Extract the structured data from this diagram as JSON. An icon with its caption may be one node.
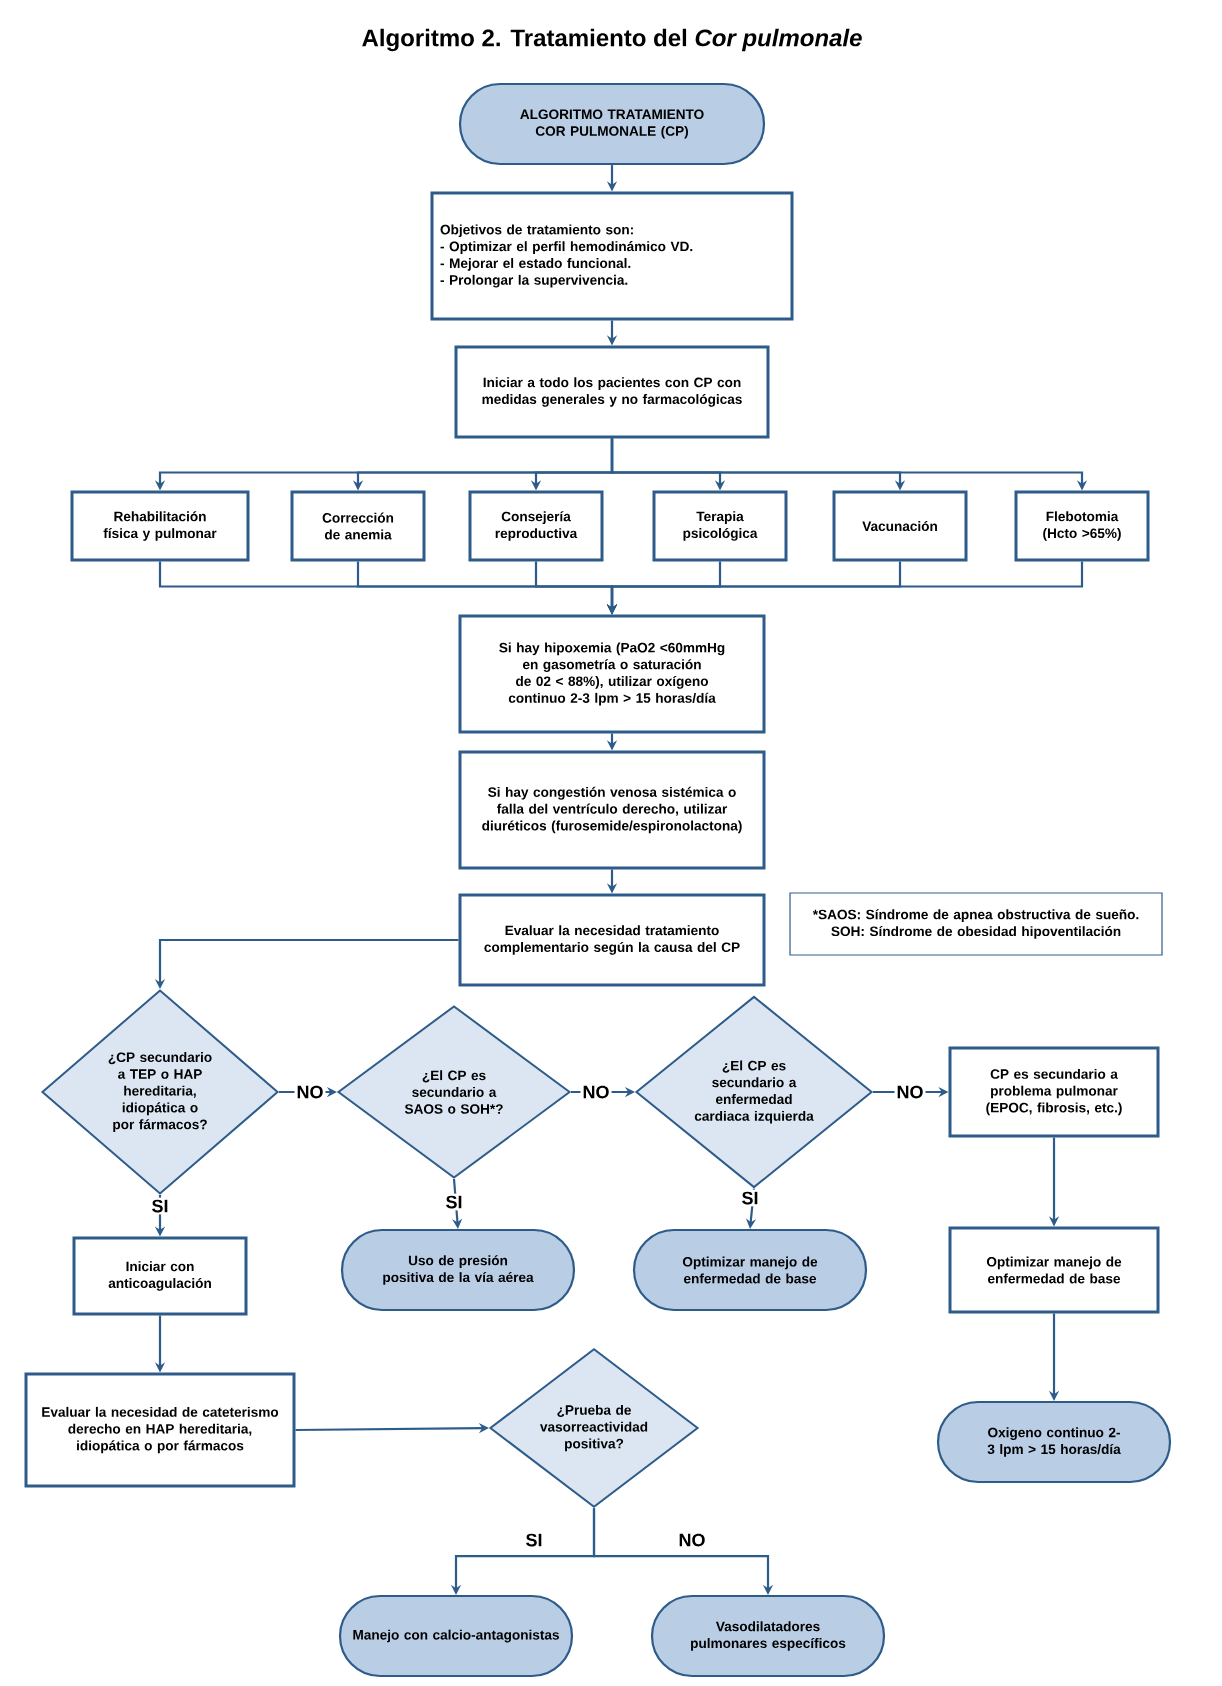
{
  "diagram": {
    "title": "Algoritmo 2. Tratamiento del *Cor pulmonale*",
    "nodes": [
      {
        "text": [
          "ALGORITMO TRATAMIENTO COR PULMONALE (CP)"
        ]
      },
      {
        "text": [
          "Objetivos de tratamiento son:",
          "- Optimizar el perfil hemodinámico VD.",
          "- Mejorar el estado funcional.",
          "- Prolongar la supervivencia."
        ]
      },
      {
        "text": [
          "Iniciar a todo los pacientes con CP con medidas generales y no farmacológicas"
        ]
      },
      {
        "text": [
          "Rehabilitación física y pulmonar"
        ]
      },
      {
        "text": [
          "Corrección de anemia"
        ]
      },
      {
        "text": [
          "Consejería reproductiva"
        ]
      },
      {
        "text": [
          "Terapia psicológica"
        ]
      },
      {
        "text": [
          "Vacunación"
        ]
      },
      {
        "text": [
          "Flebotomia (Hcto >65%)"
        ]
      },
      {
        "text": [
          "Si hay hipoxemia (PaO2 <60mmHg en gasometría o saturación de 02 < 88%), utilizar oxígeno continuo 2-3 lpm > 15 horas/día"
        ]
      },
      {
        "text": [
          "Si hay congestión venosa sistémica o falla del ventrículo derecho, utilizar diuréticos (furosemide/espironolactona)"
        ]
      },
      {
        "text": [
          "Evaluar la necesidad tratamiento complementario según la causa del CP"
        ]
      },
      {
        "text": [
          "*SAOS: Síndrome de apnea obstructiva de sueño.",
          "SOH: Síndrome de obesidad hipoventilación"
        ]
      },
      {
        "text": [
          "¿CP secundario a TEP o HAP hereditaria, idiopática o por fármacos?"
        ]
      },
      {
        "text": [
          "¿El CP es secundario a SAOS o SOH*?"
        ]
      },
      {
        "text": [
          "¿El CP es secundario a enfermedad cardiaca izquierda"
        ]
      },
      {
        "text": [
          "CP es secundario a problema pulmonar (EPOC, fibrosis, etc.)"
        ]
      },
      {
        "text": [
          "Iniciar con anticoagulación"
        ]
      },
      {
        "text": [
          "Uso de presión positiva de la vía aérea"
        ]
      },
      {
        "text": [
          "Optimizar manejo de enfermedad de base"
        ]
      },
      {
        "text": [
          "Optimizar manejo de enfermedad de base"
        ]
      },
      {
        "text": [
          "Evaluar la necesidad de cateterismo derecho en HAP hereditaria, idiopática o por fármacos"
        ]
      },
      {
        "text": [
          "¿Prueba de vasorreactividad positiva?"
        ]
      },
      {
        "text": [
          "Oxigeno continuo 2-3 lpm > 15 horas/día"
        ]
      },
      {
        "text": [
          "Manejo con calcio-antagonistas"
        ]
      },
      {
        "text": [
          "Vasodilatadores pulmonares específicos"
        ]
      }
    ],
    "edges": [
      {
        "from": 0,
        "to": 1,
        "arrow": "to"
      },
      {
        "from": 1,
        "to": 2,
        "arrow": "to"
      },
      {
        "from": 2,
        "to": 3,
        "arrow": "to"
      },
      {
        "from": 2,
        "to": 4,
        "arrow": "to"
      },
      {
        "from": 2,
        "to": 5,
        "arrow": "to"
      },
      {
        "from": 2,
        "to": 6,
        "arrow": "to"
      },
      {
        "from": 2,
        "to": 7,
        "arrow": "to"
      },
      {
        "from": 2,
        "to": 8,
        "arrow": "to"
      },
      {
        "from": 3,
        "to": 9,
        "arrow": "to"
      },
      {
        "from": 4,
        "to": 9,
        "arrow": "to"
      },
      {
        "from": 5,
        "to": 9,
        "arrow": "to"
      },
      {
        "from": 6,
        "to": 9,
        "arrow": "to"
      },
      {
        "from": 7,
        "to": 9,
        "arrow": "to"
      },
      {
        "from": 8,
        "to": 9,
        "arrow": "to"
      },
      {
        "from": 9,
        "to": 10,
        "arrow": "to"
      },
      {
        "from": 10,
        "to": 11,
        "arrow": "to"
      },
      {
        "from": 11,
        "to": 13,
        "arrow": "to"
      },
      {
        "from": 13,
        "to": 14,
        "label": "NO",
        "arrow": "to"
      },
      {
        "from": 14,
        "to": 15,
        "label": "NO",
        "arrow": "to"
      },
      {
        "from": 15,
        "to": 16,
        "label": "NO",
        "arrow": "to"
      },
      {
        "from": 13,
        "to": 17,
        "label": "SI",
        "arrow": "to"
      },
      {
        "from": 14,
        "to": 18,
        "label": "SI",
        "arrow": "to"
      },
      {
        "from": 15,
        "to": 19,
        "label": "SI",
        "arrow": "to"
      },
      {
        "from": 16,
        "to": 20,
        "arrow": "to"
      },
      {
        "from": 17,
        "to": 21,
        "arrow": "to"
      },
      {
        "from": 21,
        "to": 22,
        "arrow": "to"
      },
      {
        "from": 20,
        "to": 23,
        "arrow": "to"
      },
      {
        "from": 22,
        "to": 24,
        "label": "SI",
        "arrow": "to"
      },
      {
        "from": 22,
        "to": 25,
        "label": "NO",
        "arrow": "to"
      }
    ]
  }
}
